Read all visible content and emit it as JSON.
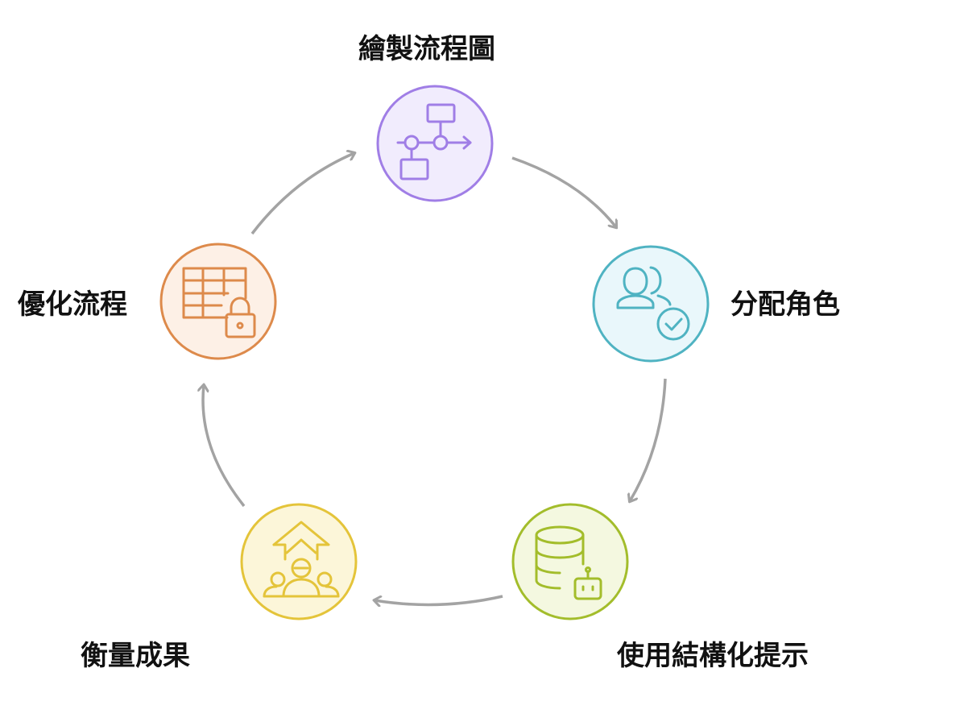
{
  "steps": [
    {
      "id": "draw",
      "label": "繪製流程圖",
      "icon": "flowchart-icon",
      "stroke": "#a07ee6",
      "fill": "#f1ecfd"
    },
    {
      "id": "roles",
      "label": "分配角色",
      "icon": "users-check-icon",
      "stroke": "#4fb3c2",
      "fill": "#e9f7fb"
    },
    {
      "id": "prompt",
      "label": "使用結構化提示",
      "icon": "database-robot-icon",
      "stroke": "#a3bd2b",
      "fill": "#f4f8e0"
    },
    {
      "id": "measure",
      "label": "衡量成果",
      "icon": "growth-team-icon",
      "stroke": "#e4c43a",
      "fill": "#fcf6d9"
    },
    {
      "id": "optimize",
      "label": "優化流程",
      "icon": "table-lock-icon",
      "stroke": "#dd8a4b",
      "fill": "#fdf0e6"
    }
  ],
  "arrow_color": "#a3a3a3"
}
